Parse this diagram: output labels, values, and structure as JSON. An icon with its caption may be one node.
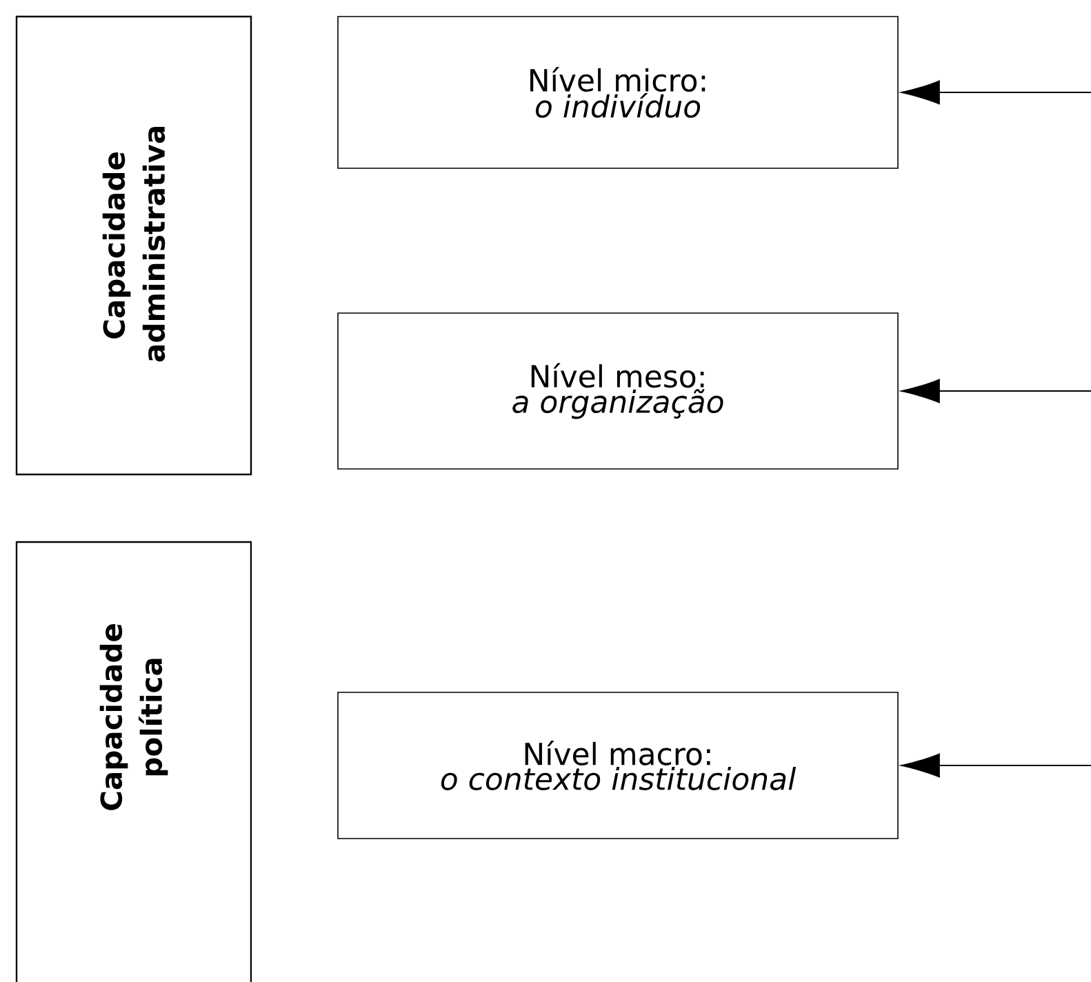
{
  "diagram": {
    "nodes": [
      {
        "text": [
          "Capacidade administrativa"
        ]
      },
      {
        "text": [
          "Capacidade política"
        ]
      },
      {
        "text": [
          "Nível micro:",
          "o indivíduo"
        ]
      },
      {
        "text": [
          "Nível meso:",
          "a organização"
        ]
      },
      {
        "text": [
          "Nível macro:",
          "o contexto institucional"
        ]
      }
    ],
    "edges": [
      {
        "from": null,
        "to": 2,
        "arrow": "to"
      },
      {
        "from": null,
        "to": 3,
        "arrow": "to"
      },
      {
        "from": null,
        "to": 4,
        "arrow": "to"
      }
    ]
  }
}
